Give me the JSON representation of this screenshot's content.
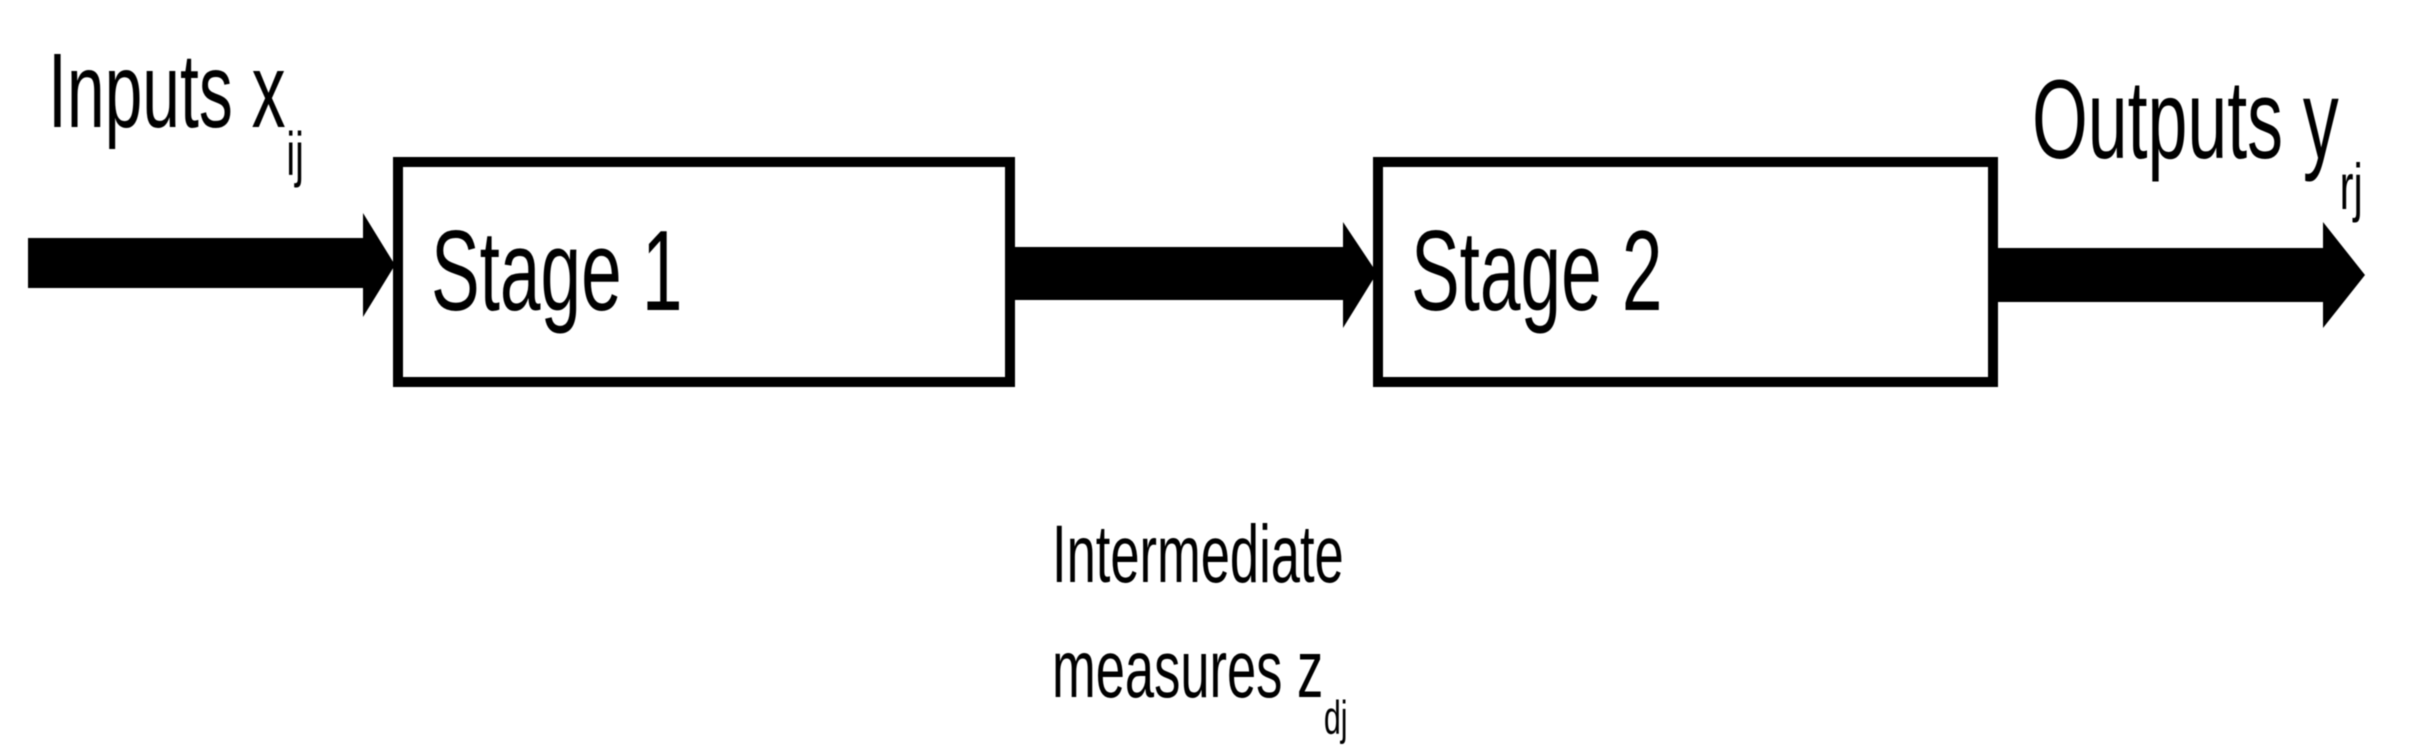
{
  "diagram": {
    "inputs_label": {
      "text": "Inputs x",
      "sub": "ij"
    },
    "outputs_label": {
      "text": "Outputs y",
      "sub": "rj"
    },
    "stage1": {
      "label": "Stage 1"
    },
    "stage2": {
      "label": "Stage 2"
    },
    "intermediate_label": {
      "line1": "Intermediate",
      "line2": "measures z",
      "sub": "dj"
    },
    "colors": {
      "ink": "#000000",
      "background": "#ffffff"
    }
  }
}
